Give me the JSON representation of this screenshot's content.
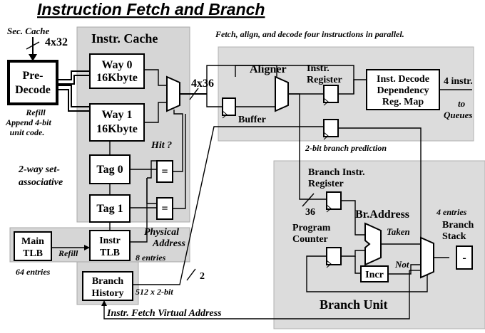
{
  "title": "Instruction Fetch and Branch",
  "sec_cache": "Sec. Cache",
  "bus_sec": "4x32",
  "predecode": [
    "Pre-",
    "Decode"
  ],
  "refill_note": [
    "Refill",
    "Append 4-bit",
    "unit code."
  ],
  "instr_cache_title": "Instr. Cache",
  "way0": [
    "Way 0",
    "16Kbyte"
  ],
  "way1": [
    "Way 1",
    "16Kbyte"
  ],
  "tag0": "Tag 0",
  "tag1": "Tag 1",
  "eq": "=",
  "hit": "Hit ?",
  "assoc": [
    "2-way set-",
    "associative"
  ],
  "main_tlb": [
    "Main",
    "TLB"
  ],
  "refill_tlb": "Refill",
  "instr_tlb": [
    "Instr",
    "TLB"
  ],
  "tlb_64": "64 entries",
  "tlb_8": "8 entries",
  "phys": [
    "Physical",
    "Address"
  ],
  "branch_history": [
    "Branch",
    "History"
  ],
  "bh_size": "512 x 2-bit",
  "bh_bus": "2",
  "fetch_vaddr": "Instr. Fetch Virtual Address",
  "fetch_note": "Fetch, align, and decode four instructions in parallel.",
  "bus_4x36": "4x36",
  "aligner": "Aligner",
  "buffer": "Buffer",
  "instr_register": [
    "Instr.",
    "Register"
  ],
  "decode": [
    "Inst. Decode",
    "Dependency",
    "Reg. Map"
  ],
  "four_instr": "4 instr.",
  "to_queues": [
    "to",
    "Queues"
  ],
  "bp": "2-bit branch prediction",
  "branch_instr_reg": [
    "Branch Instr.",
    "Register"
  ],
  "bus_36": "36",
  "br_address": "Br.Address",
  "program_counter": [
    "Program",
    "Counter"
  ],
  "taken": "Taken",
  "not": "Not",
  "incr": "Incr",
  "stack_entries": "4 entries",
  "branch_stack": [
    "Branch",
    "Stack"
  ],
  "stack_mark": "-",
  "branch_unit": "Branch Unit"
}
